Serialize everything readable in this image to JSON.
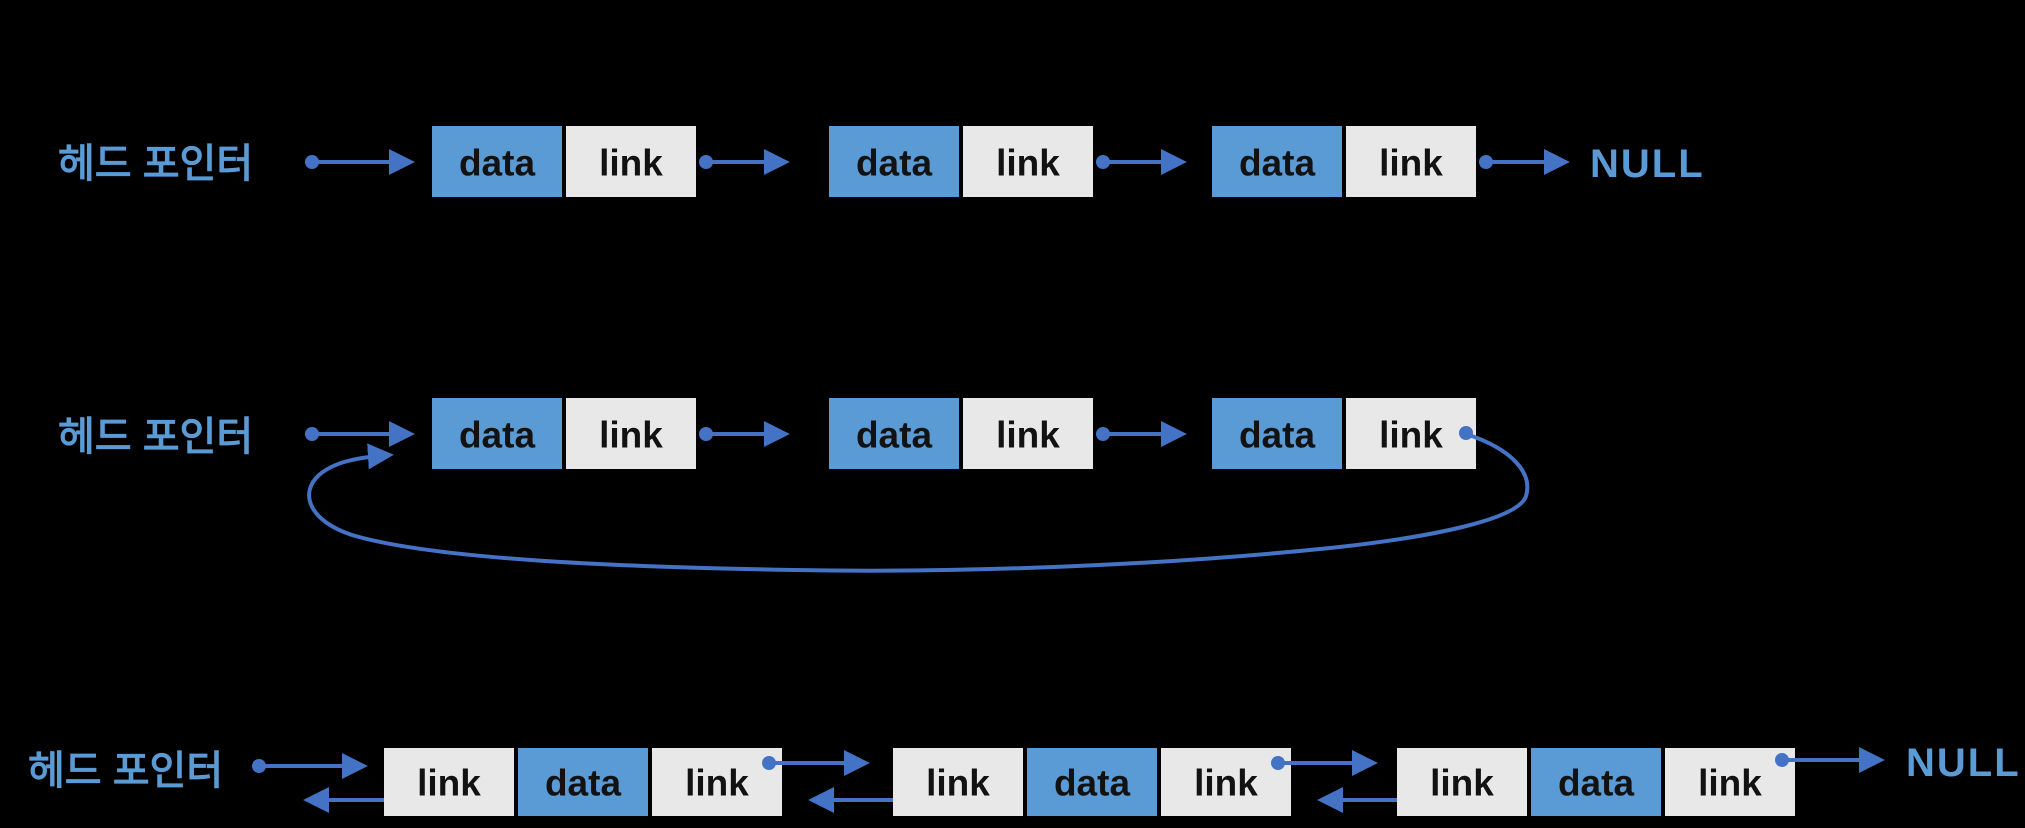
{
  "colors": {
    "background": "#000000",
    "data-cell": "#5b9bd5",
    "link-cell": "#e9e8e8",
    "arrow": "#4472c4",
    "label": "#5b9bd5",
    "cell-text": "#121212"
  },
  "diagrams": [
    {
      "head_label": "헤드 포인터",
      "null_label": "NULL",
      "nodes": [
        {
          "cells": [
            {
              "label": "data"
            },
            {
              "label": "link"
            }
          ]
        },
        {
          "cells": [
            {
              "label": "data"
            },
            {
              "label": "link"
            }
          ]
        },
        {
          "cells": [
            {
              "label": "data"
            },
            {
              "label": "link"
            }
          ]
        }
      ]
    },
    {
      "head_label": "헤드 포인터",
      "nodes": [
        {
          "cells": [
            {
              "label": "data"
            },
            {
              "label": "link"
            }
          ]
        },
        {
          "cells": [
            {
              "label": "data"
            },
            {
              "label": "link"
            }
          ]
        },
        {
          "cells": [
            {
              "label": "data"
            },
            {
              "label": "link"
            }
          ]
        }
      ]
    },
    {
      "head_label": "헤드 포인터",
      "null_label": "NULL",
      "nodes": [
        {
          "cells": [
            {
              "label": "link"
            },
            {
              "label": "data"
            },
            {
              "label": "link"
            }
          ]
        },
        {
          "cells": [
            {
              "label": "link"
            },
            {
              "label": "data"
            },
            {
              "label": "link"
            }
          ]
        },
        {
          "cells": [
            {
              "label": "link"
            },
            {
              "label": "data"
            },
            {
              "label": "link"
            }
          ]
        }
      ]
    }
  ]
}
